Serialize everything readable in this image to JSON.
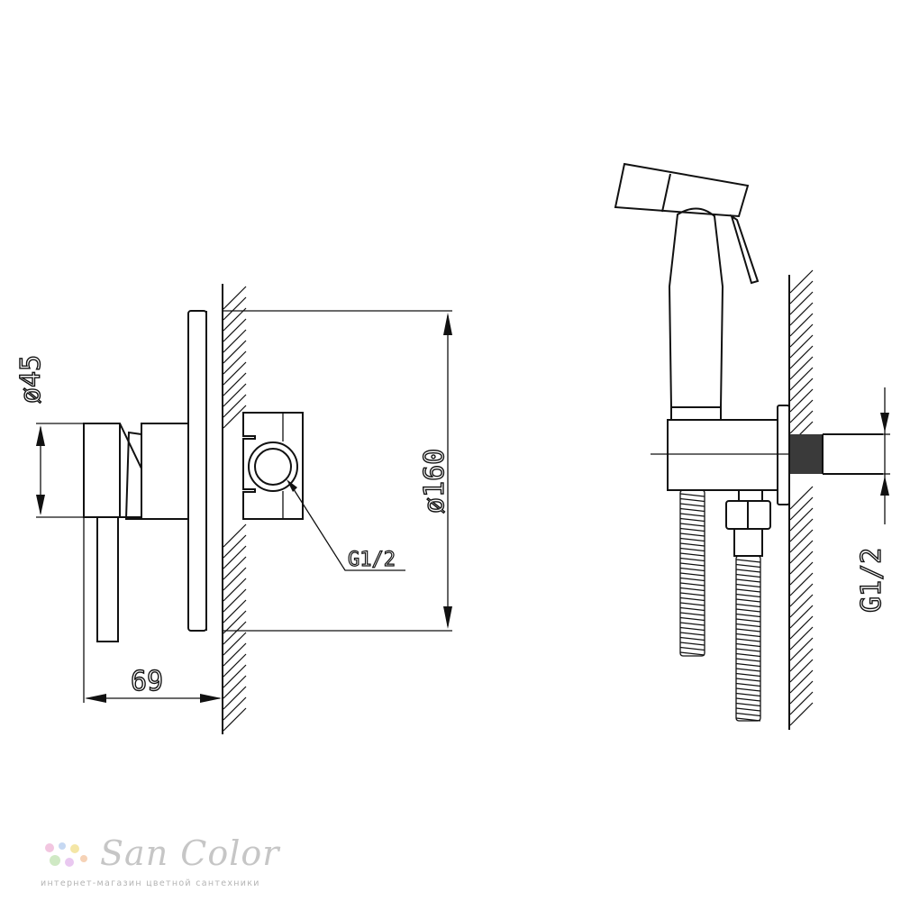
{
  "dimensions": {
    "diameter_45": "ø45",
    "diameter_160": "ø160",
    "depth_69": "69",
    "thread_left": "G1/2",
    "thread_right": "G1/2"
  },
  "logo": {
    "name": "San Color",
    "tagline": "интернет-магазин цветной сантехники",
    "dot_colors": [
      "#f2c6e0",
      "#c6d8f2",
      "#f4e6a6",
      "#cfe9c4",
      "#e9c8f0",
      "#f6d2b6"
    ]
  }
}
